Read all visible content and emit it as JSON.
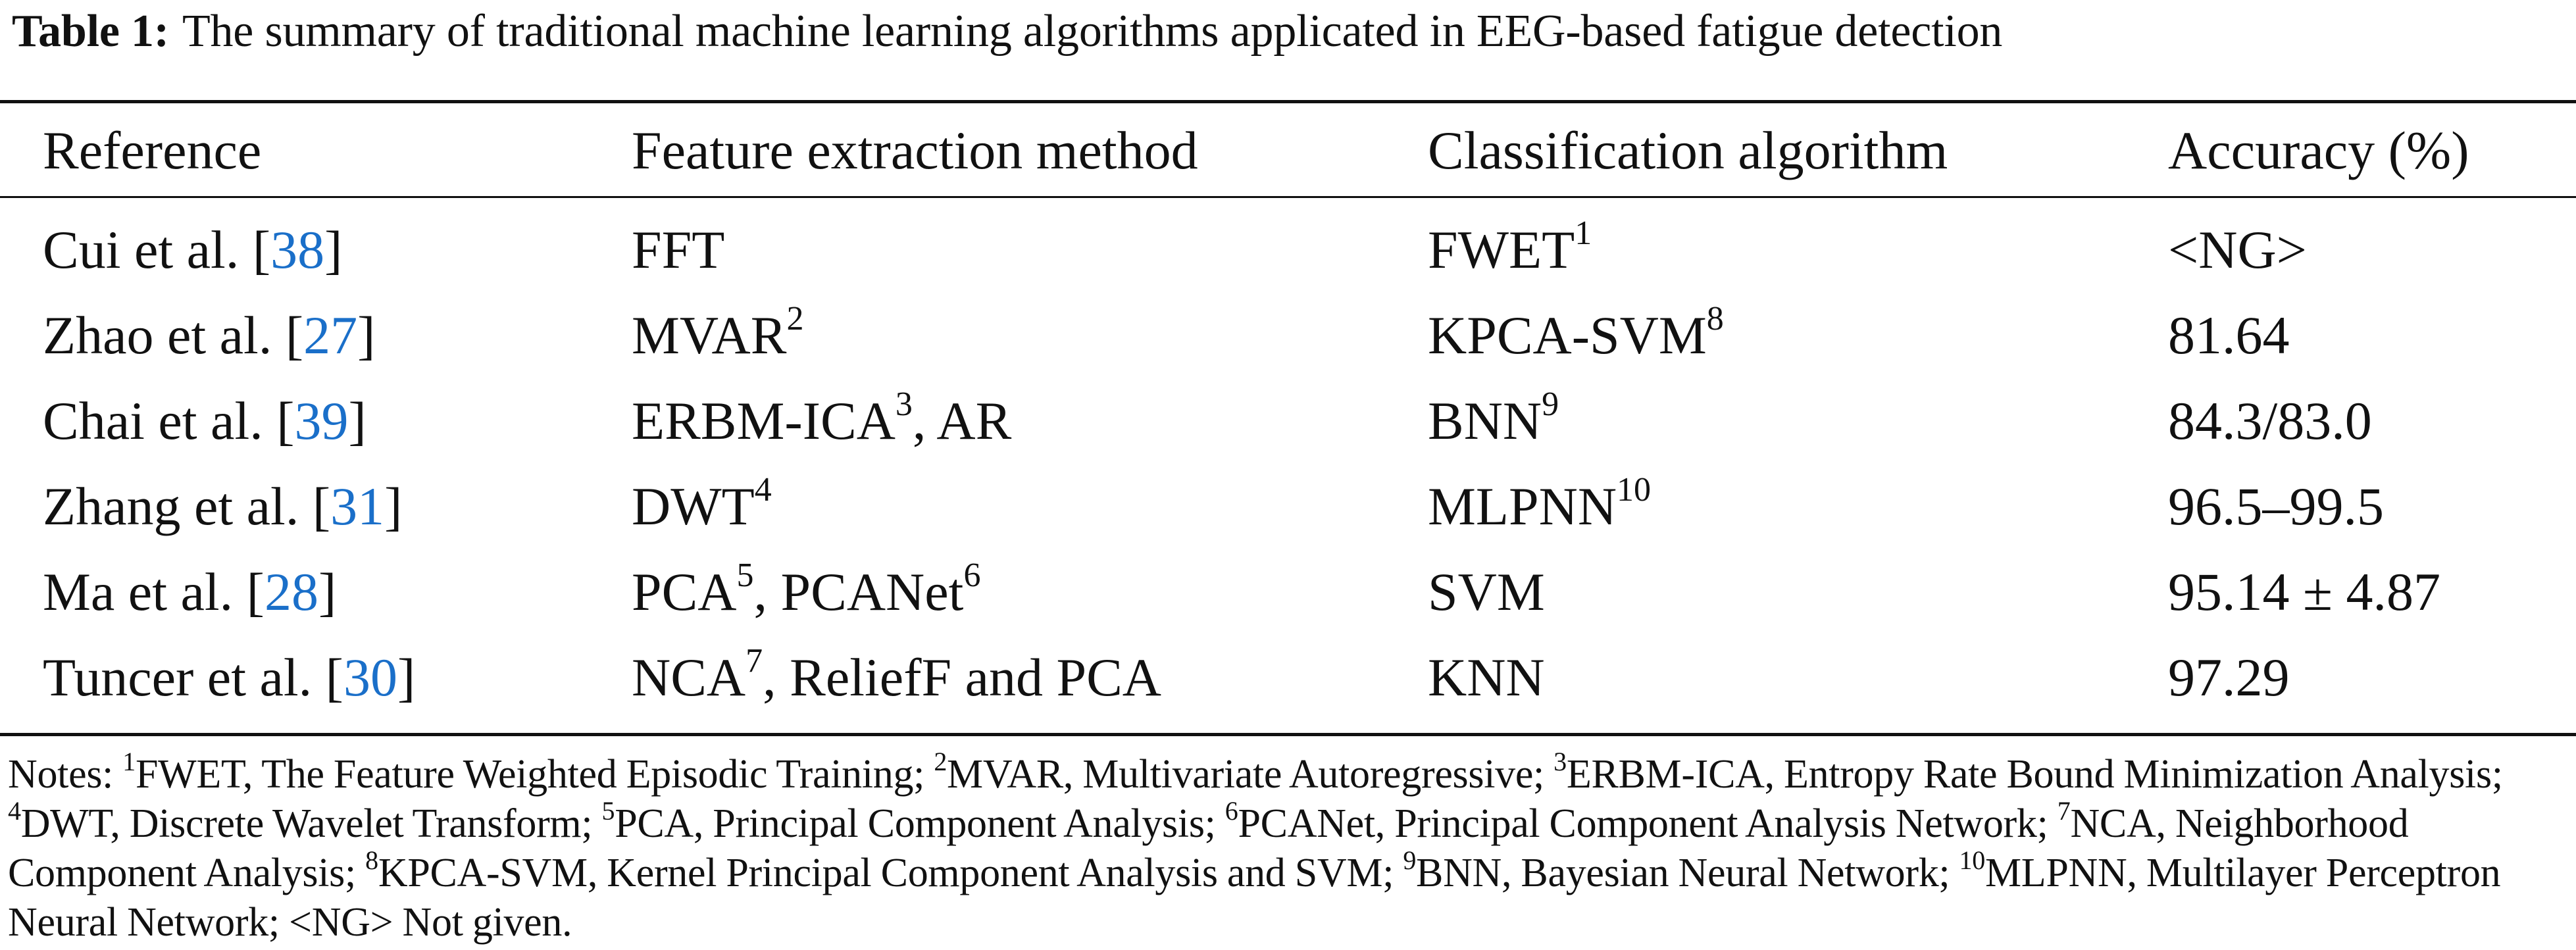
{
  "caption": {
    "label": "Table 1:",
    "text": "The summary of traditional machine learning algorithms applicated in EEG-based fatigue detection"
  },
  "table": {
    "headers": [
      "Reference",
      "Feature extraction method",
      "Classification algorithm",
      "Accuracy (%)"
    ],
    "rows": [
      {
        "reference": "Cui et al. [",
        "cite": "38",
        "ref_close": "]",
        "feature": [
          {
            "t": "FFT"
          }
        ],
        "classifier": [
          {
            "t": "FWET"
          },
          {
            "sup": "1"
          }
        ],
        "accuracy": "<NG>"
      },
      {
        "reference": "Zhao et al. [",
        "cite": "27",
        "ref_close": "]",
        "feature": [
          {
            "t": "MVAR"
          },
          {
            "sup": "2"
          }
        ],
        "classifier": [
          {
            "t": "KPCA-SVM"
          },
          {
            "sup": "8"
          }
        ],
        "accuracy": "81.64"
      },
      {
        "reference": "Chai et al. [",
        "cite": "39",
        "ref_close": "]",
        "feature": [
          {
            "t": "ERBM-ICA"
          },
          {
            "sup": "3"
          },
          {
            "t": ", AR"
          }
        ],
        "classifier": [
          {
            "t": "BNN"
          },
          {
            "sup": "9"
          }
        ],
        "accuracy": "84.3/83.0"
      },
      {
        "reference": "Zhang et al. [",
        "cite": "31",
        "ref_close": "]",
        "feature": [
          {
            "t": "DWT"
          },
          {
            "sup": "4"
          }
        ],
        "classifier": [
          {
            "t": "MLPNN"
          },
          {
            "sup": "10"
          }
        ],
        "accuracy": "96.5–99.5"
      },
      {
        "reference": "Ma et al. [",
        "cite": "28",
        "ref_close": "]",
        "feature": [
          {
            "t": "PCA"
          },
          {
            "sup": "5"
          },
          {
            "t": ", PCANet"
          },
          {
            "sup": "6"
          }
        ],
        "classifier": [
          {
            "t": "SVM"
          }
        ],
        "accuracy": "95.14 ± 4.87"
      },
      {
        "reference": "Tuncer et al. [",
        "cite": "30",
        "ref_close": "]",
        "feature": [
          {
            "t": "NCA"
          },
          {
            "sup": "7"
          },
          {
            "t": ", ReliefF and PCA"
          }
        ],
        "classifier": [
          {
            "t": "KNN"
          }
        ],
        "accuracy": "97.29"
      }
    ]
  },
  "notes": [
    {
      "t": "Notes: "
    },
    {
      "sup": "1"
    },
    {
      "t": "FWET, The Feature Weighted Episodic Training; "
    },
    {
      "sup": "2"
    },
    {
      "t": "MVAR, Multivariate Autoregressive; "
    },
    {
      "sup": "3"
    },
    {
      "t": "ERBM-ICA, Entropy Rate Bound Minimization Analysis; "
    },
    {
      "sup": "4"
    },
    {
      "t": "DWT, Discrete Wavelet Transform; "
    },
    {
      "sup": "5"
    },
    {
      "t": "PCA, Principal Component Analysis; "
    },
    {
      "sup": "6"
    },
    {
      "t": "PCANet, Principal Component Analysis Network; "
    },
    {
      "sup": "7"
    },
    {
      "t": "NCA, Neighborhood Component Analysis; "
    },
    {
      "sup": "8"
    },
    {
      "t": "KPCA-SVM, Kernel Principal Component Analysis and SVM; "
    },
    {
      "sup": "9"
    },
    {
      "t": "BNN, Bayesian Neural Network; "
    },
    {
      "sup": "10"
    },
    {
      "t": "MLPNN, Multilayer Perceptron Neural Network; <NG> Not given."
    }
  ],
  "colors": {
    "text": "#111111",
    "citation_link": "#1a6fc9",
    "background": "#ffffff"
  }
}
